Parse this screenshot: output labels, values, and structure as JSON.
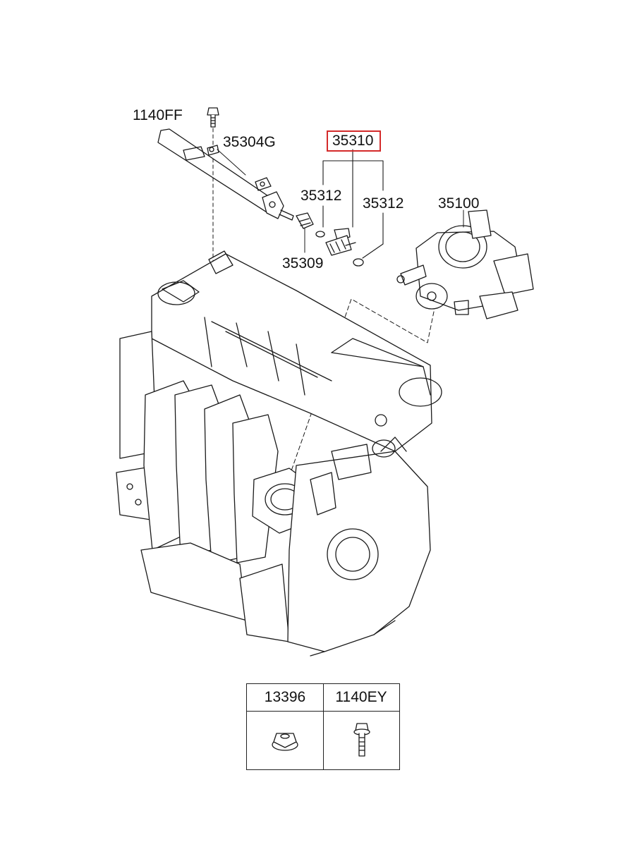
{
  "parts": {
    "p1140ff": "1140FF",
    "p35304g": "35304G",
    "p35310": "35310",
    "p35312_left": "35312",
    "p35312_right": "35312",
    "p35100": "35100",
    "p35309": "35309"
  },
  "legend": {
    "col1": "13396",
    "col2": "1140EY",
    "col1_icon": "flange-nut-icon",
    "col2_icon": "flange-bolt-icon"
  },
  "colors": {
    "highlight": "#d42a2a",
    "line": "#1a1a1a"
  }
}
